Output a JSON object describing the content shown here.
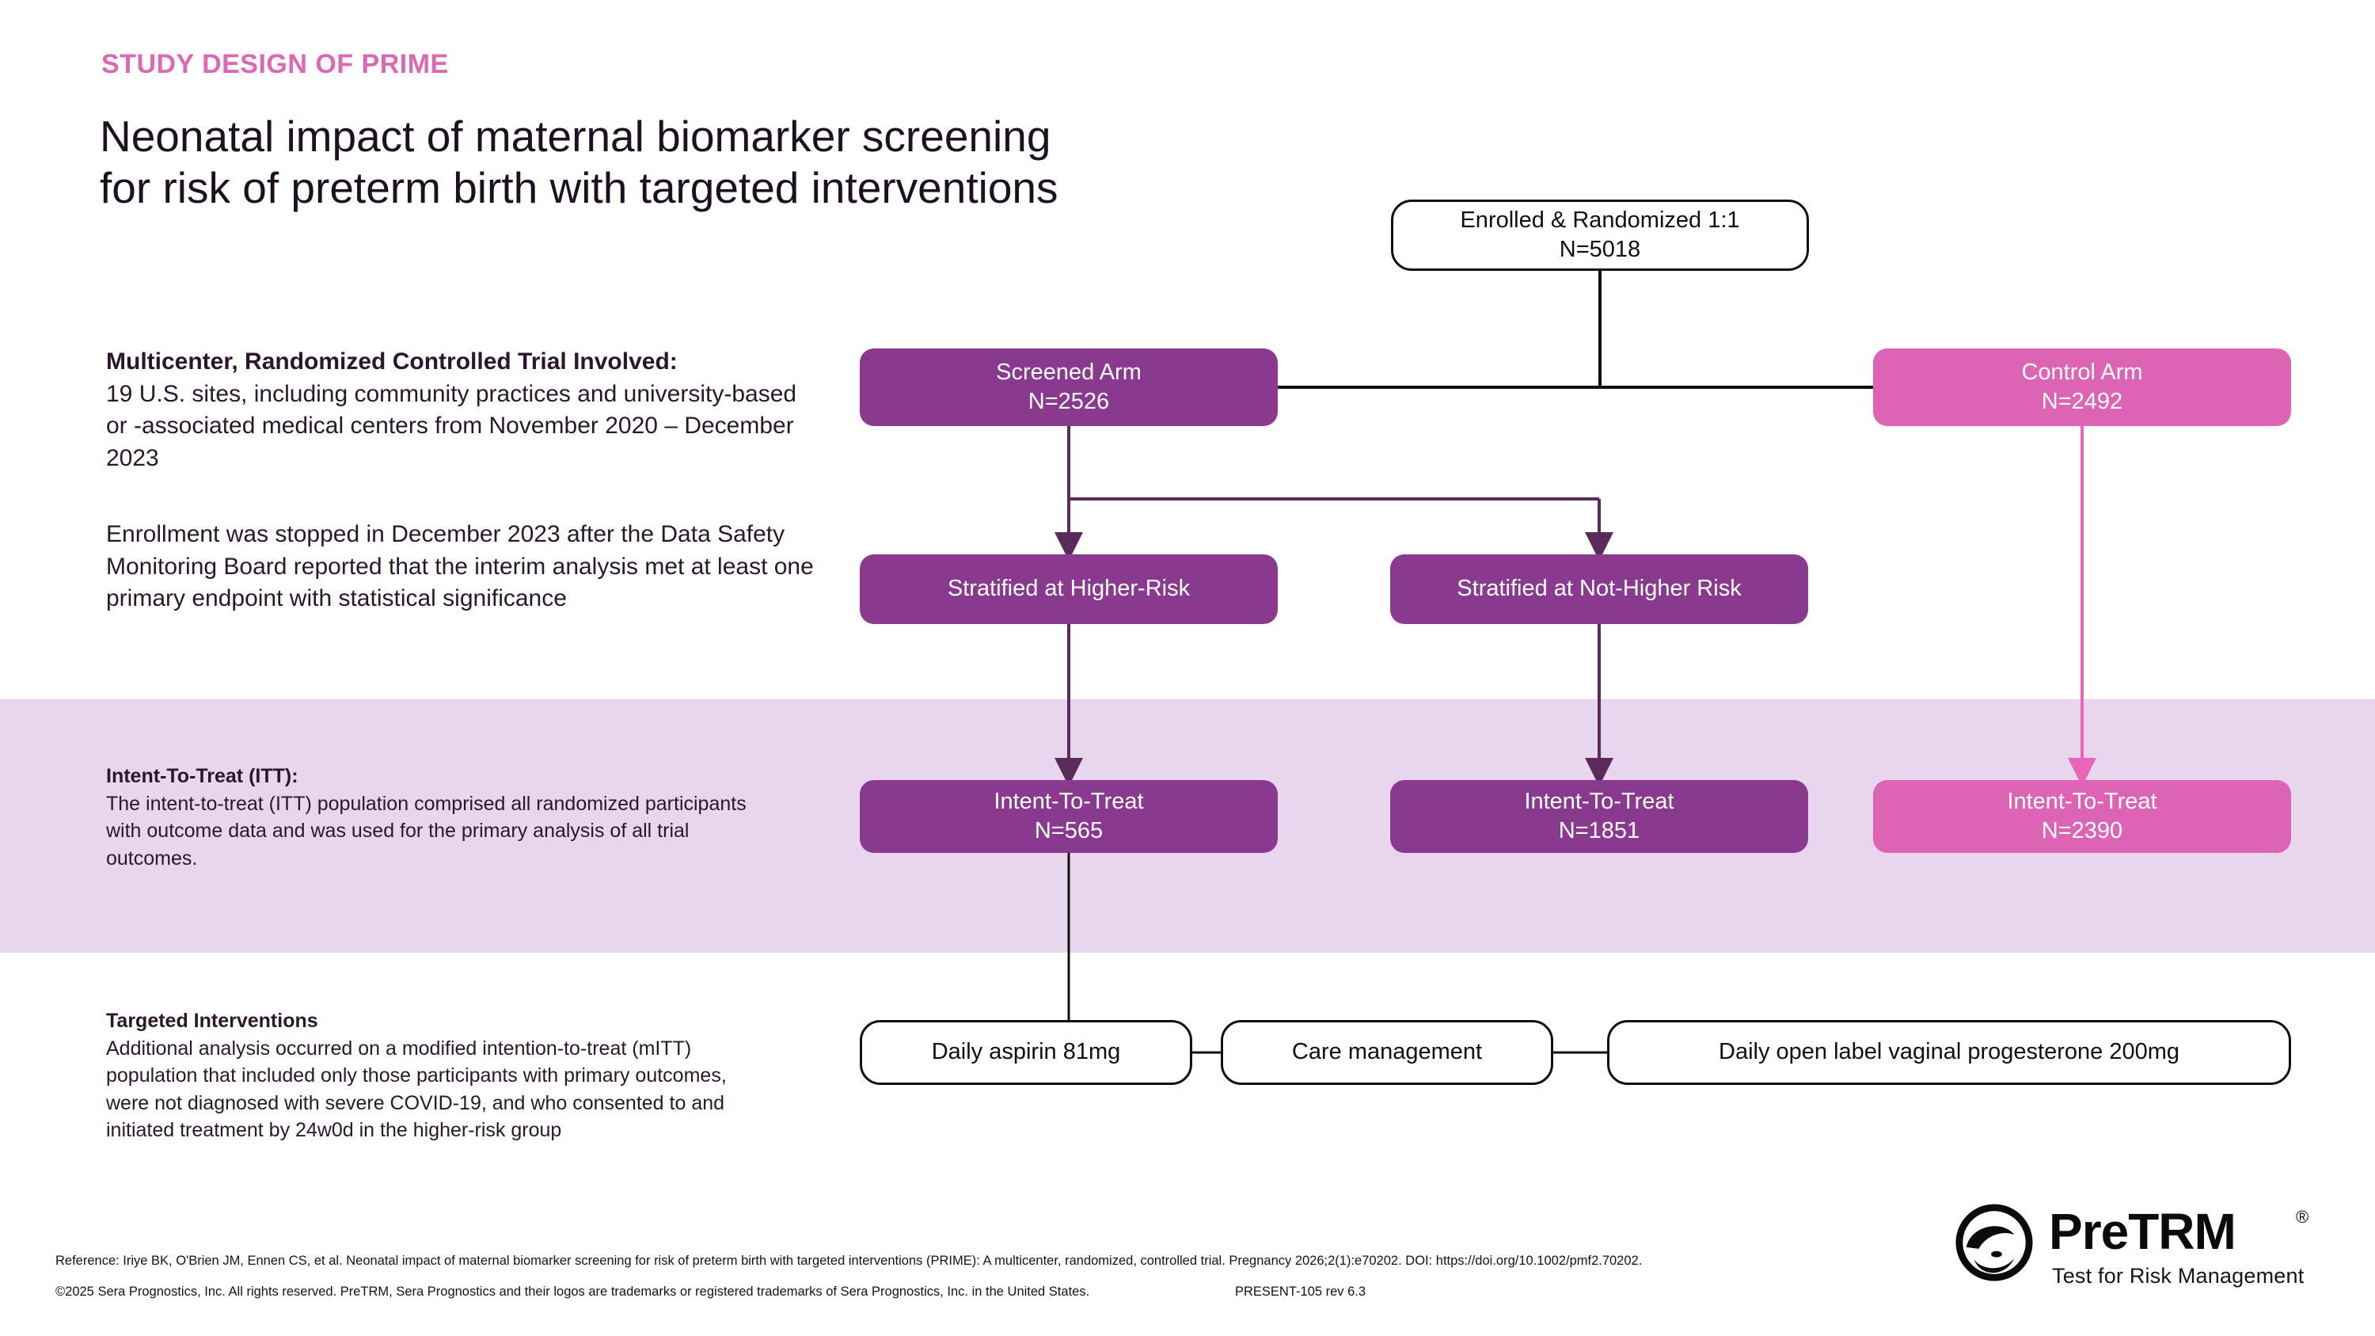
{
  "header": {
    "eyebrow": "STUDY DESIGN OF PRIME",
    "title_line1": "Neonatal impact of maternal biomarker screening",
    "title_line2": "for risk of preterm birth with targeted interventions"
  },
  "left_column": {
    "multicenter": {
      "heading": "Multicenter, Randomized Controlled Trial Involved:",
      "body": "19 U.S. sites, including community practices and university-based or -associated medical centers from November 2020 – December 2023"
    },
    "enrollment": {
      "body": "Enrollment was stopped in December 2023 after the Data Safety Monitoring Board reported that the interim analysis met at least one primary endpoint with statistical significance"
    },
    "itt": {
      "heading": "Intent-To-Treat (ITT):",
      "body": "The intent-to-treat (ITT) population comprised all randomized participants with outcome data and was used for the primary analysis of all trial outcomes."
    },
    "targeted": {
      "heading": "Targeted Interventions",
      "body": "Additional analysis occurred on a modified intention-to-treat (mITT) population that included only those participants with primary outcomes, were not diagnosed with severe COVID-19, and who consented to and initiated treatment by 24w0d in the higher-risk group"
    }
  },
  "flow": {
    "enrolled": {
      "line1": "Enrolled & Randomized 1:1",
      "line2": "N=5018"
    },
    "screened": {
      "line1": "Screened Arm",
      "line2": "N=2526"
    },
    "control": {
      "line1": "Control Arm",
      "line2": "N=2492"
    },
    "strat_high": {
      "line1": "Stratified at Higher-Risk",
      "line2": ""
    },
    "strat_not": {
      "line1": "Stratified at Not-Higher Risk",
      "line2": ""
    },
    "itt_high": {
      "line1": "Intent-To-Treat",
      "line2": "N=565"
    },
    "itt_not": {
      "line1": "Intent-To-Treat",
      "line2": "N=1851"
    },
    "itt_ctrl": {
      "line1": "Intent-To-Treat",
      "line2": "N=2390"
    },
    "aspirin": {
      "line1": "Daily aspirin 81mg",
      "line2": ""
    },
    "care": {
      "line1": "Care management",
      "line2": ""
    },
    "progesterone": {
      "line1": "Daily open label vaginal progesterone 200mg",
      "line2": ""
    }
  },
  "footer": {
    "reference": "Reference: Iriye BK, O'Brien JM, Ennen CS, et al. Neonatal impact of maternal biomarker screening for risk of preterm birth with targeted interventions (PRIME): A multicenter, randomized, controlled trial. Pregnancy 2026;2(1):e70202. DOI: https://doi.org/10.1002/pmf2.70202.",
    "copyright": "©2025 Sera Prognostics, Inc. All rights reserved. PreTRM, Sera Prognostics and their logos are trademarks or registered trademarks of Sera Prognostics, Inc. in the United States.",
    "revision": "PRESENT-105 rev 6.3"
  },
  "logo": {
    "wordmark": "PreTRM",
    "registered": "®",
    "tagline": "Test for Risk Management"
  },
  "colors": {
    "accent_pink": "#da68b3",
    "node_purple": "#8a3a8e",
    "node_pink": "#dd63b5",
    "band_lavender": "#e8d5ee",
    "text_dark": "#231127"
  }
}
